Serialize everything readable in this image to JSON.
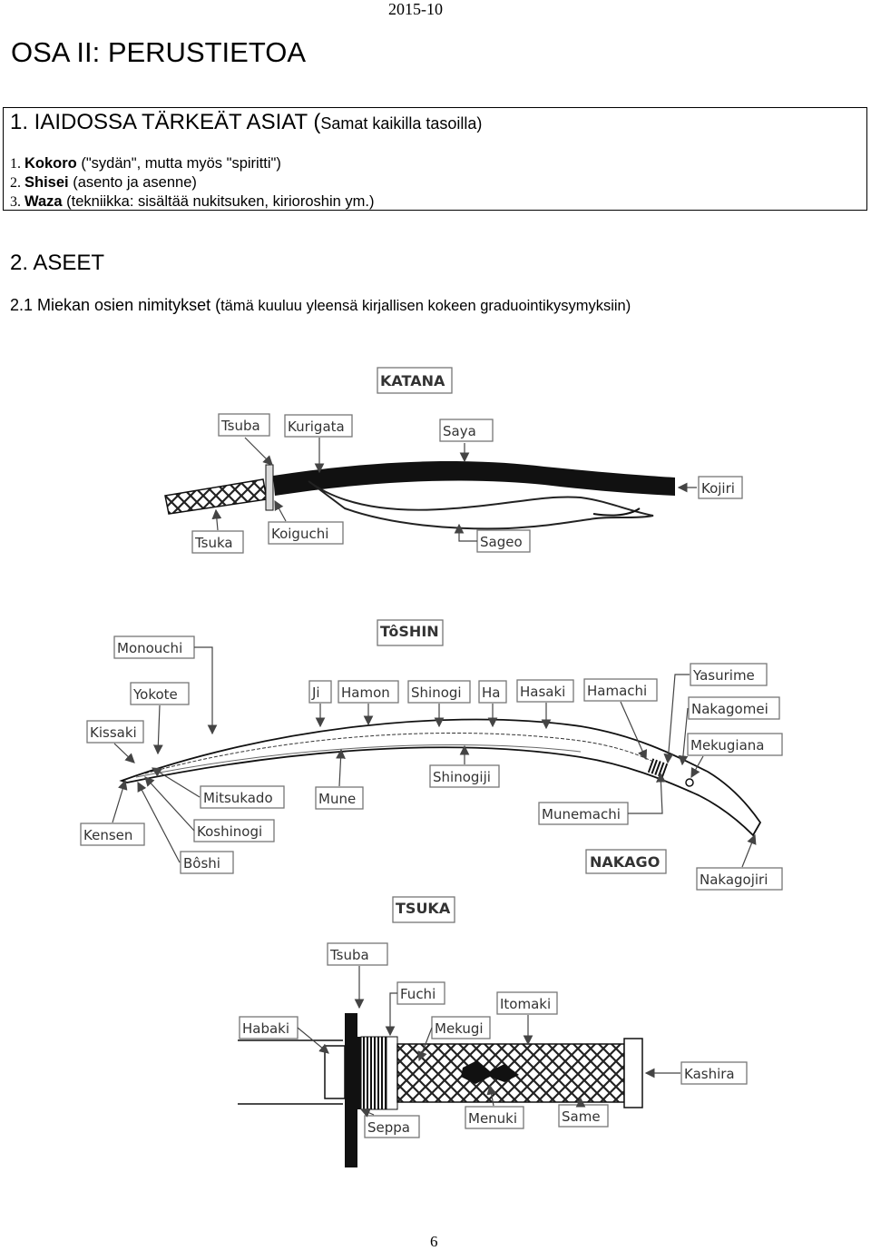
{
  "header": {
    "date": "2015-10"
  },
  "title": "OSA II: PERUSTIETOA",
  "section1": {
    "heading": "1. IAIDOSSA TÄRKEÄT ASIAT (",
    "heading_sub": "Samat kaikilla tasoilla)",
    "items": [
      {
        "num": "1. ",
        "term": "Kokoro",
        "desc": " (\"sydän\", mutta myös \"spiritti\")"
      },
      {
        "num": "2. ",
        "term": "Shisei",
        "desc": " (asento ja asenne)"
      },
      {
        "num": "3. ",
        "term": "Waza",
        "desc": " (tekniikka: sisältää nukitsuken, kirioroshin ym.)"
      }
    ]
  },
  "section2": {
    "heading": "2. ASEET",
    "subheading": "2.1 Miekan osien nimitykset (",
    "subheading_sub": "tämä kuuluu yleensä kirjallisen kokeen graduointikysymyksiin)"
  },
  "katana": {
    "title": "KATANA",
    "labels": {
      "tsuba": "Tsuba",
      "kurigata": "Kurigata",
      "saya": "Saya",
      "kojiri": "Kojiri",
      "tsuka": "Tsuka",
      "koiguchi": "Koiguchi",
      "sageo": "Sageo"
    }
  },
  "toshin": {
    "title": "TôSHIN",
    "labels": {
      "monouchi": "Monouchi",
      "yokote": "Yokote",
      "kissaki": "Kissaki",
      "ji": "Ji",
      "hamon": "Hamon",
      "shinogi": "Shinogi",
      "ha": "Ha",
      "hasaki": "Hasaki",
      "hamachi": "Hamachi",
      "yasurime": "Yasurime",
      "nakagomei": "Nakagomei",
      "mekugiana": "Mekugiana",
      "mitsukado": "Mitsukado",
      "mune": "Mune",
      "shinogiji": "Shinogiji",
      "munemachi": "Munemachi",
      "kensen": "Kensen",
      "koshinogi": "Koshinogi",
      "boshi": "Bôshi",
      "nakago": "NAKAGO",
      "nakagojiri": "Nakagojiri"
    }
  },
  "tsuka_diagram": {
    "title": "TSUKA",
    "labels": {
      "tsuba": "Tsuba",
      "fuchi": "Fuchi",
      "itomaki": "Itomaki",
      "habaki": "Habaki",
      "mekugi": "Mekugi",
      "kashira": "Kashira",
      "seppa": "Seppa",
      "menuki": "Menuki",
      "same": "Same"
    }
  },
  "footer": {
    "page_number": "6"
  }
}
